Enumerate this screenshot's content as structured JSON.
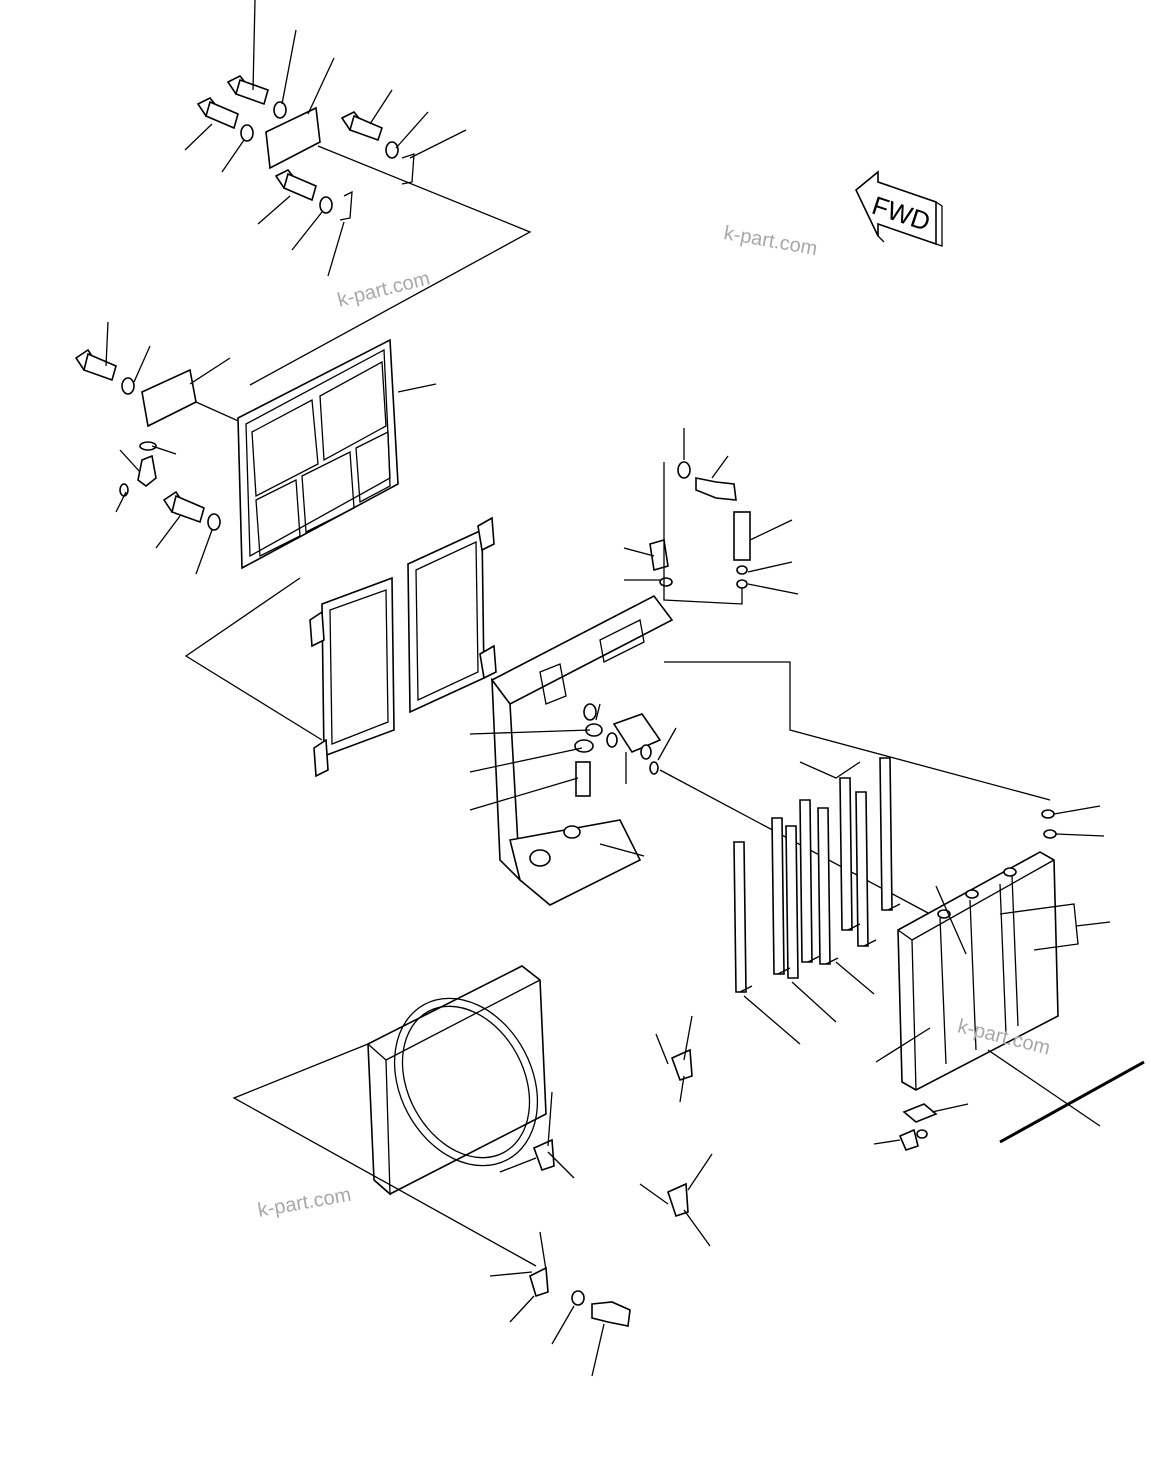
{
  "watermarks": [
    "k-part.com",
    "k-part.com",
    "k-part.com",
    "k-part.com"
  ],
  "direction_arrow": {
    "label": "FWD"
  },
  "icons": {
    "arrow": "fwd-arrow-icon"
  }
}
